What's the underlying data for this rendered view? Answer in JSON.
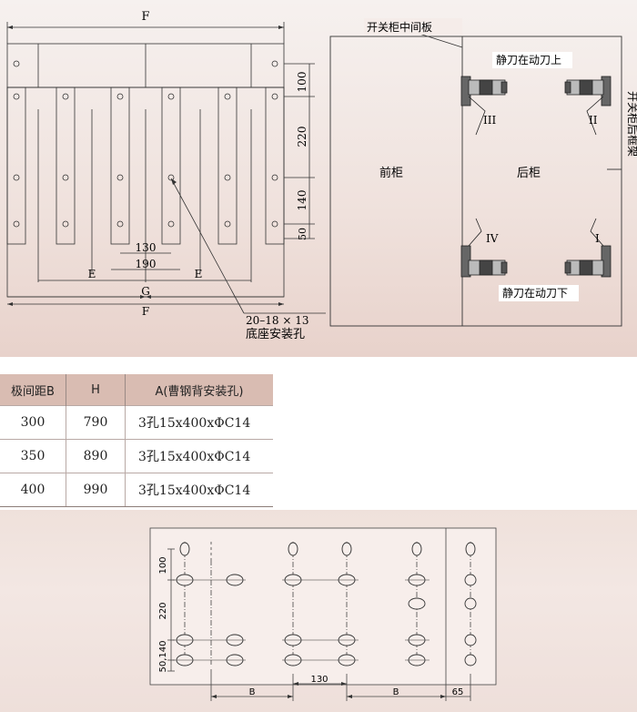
{
  "top_left": {
    "dim_F_top": "F",
    "dim_100": "100",
    "dim_220": "220",
    "dim_140": "140",
    "dim_50": "50",
    "dim_130": "130",
    "dim_190": "190",
    "dim_E_left": "E",
    "dim_E_right": "E",
    "dim_G": "G",
    "dim_F_bottom": "F",
    "hole_spec": "20–18 × 13",
    "base_holes_label": "底座安装孔"
  },
  "top_right": {
    "middle_plate": "开关柜中间板",
    "knife_above": "静刀在动刀上",
    "knife_below": "静刀在动刀下",
    "rear_frame": "开关柜后框架",
    "front_cabinet": "前柜",
    "rear_cabinet": "后柜",
    "roman_I": "I",
    "roman_II": "II",
    "roman_III": "III",
    "roman_IV": "IV"
  },
  "table": {
    "headers": [
      "极间距B",
      "H",
      "A(曹钢背安装孔)"
    ],
    "rows": [
      [
        "300",
        "790",
        "3孔15x400xΦC14"
      ],
      [
        "350",
        "890",
        "3孔15x400xΦC14"
      ],
      [
        "400",
        "990",
        "3孔15x400xΦC14"
      ]
    ]
  },
  "bottom": {
    "dim_100": "100",
    "dim_220": "220",
    "dim_50_140": "50,140",
    "dim_B_left": "B",
    "dim_130": "130",
    "dim_B_right": "B",
    "dim_65": "65"
  }
}
